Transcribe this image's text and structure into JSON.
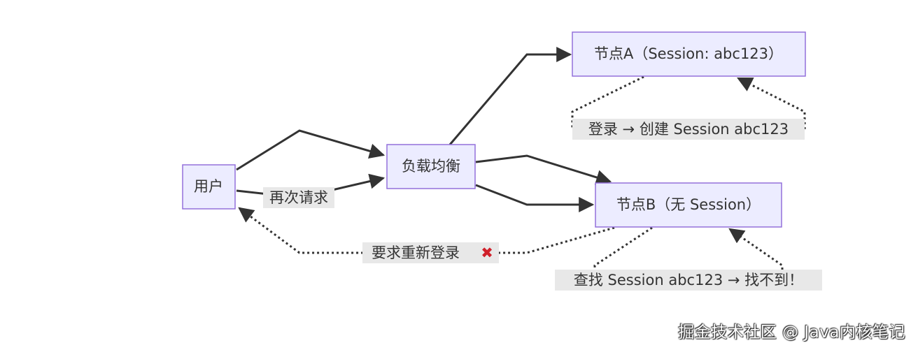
{
  "nodes": {
    "user": "用户",
    "lb": "负载均衡",
    "node_a": "节点A（Session: abc123）",
    "node_b": "节点B（无 Session）"
  },
  "edge_labels": {
    "retry_request": "再次请求",
    "login_create": "登录 → 创建 Session abc123",
    "lookup_fail": "查找 Session abc123 → 找不到！",
    "relogin": "要求重新登录",
    "relogin_mark": "✖"
  },
  "icons": {
    "relogin_mark": "cross-mark-icon"
  },
  "colors": {
    "node_fill": "#ececff",
    "node_border": "#9370db",
    "edge": "#333333",
    "label_bg": "#e8e8e8",
    "cross": "#d0202a"
  },
  "watermark": "掘金技术社区 @ Java内核笔记"
}
